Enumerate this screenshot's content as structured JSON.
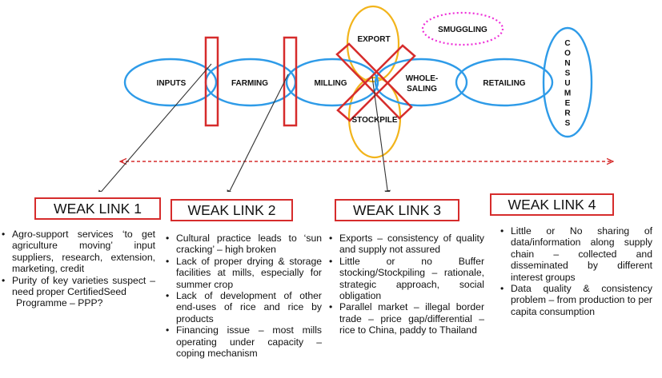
{
  "chain": {
    "inputs": "INPUTS",
    "farming": "FARMING",
    "milling": "MILLING",
    "wholesaling_line1": "WHOLE-",
    "wholesaling_line2": "SALING",
    "retailing": "RETAILING",
    "consumers": [
      "C",
      "O",
      "N",
      "S",
      "U",
      "M",
      "E",
      "R",
      "S"
    ],
    "export": "EXPORT",
    "stockpile": "STOCKPILE",
    "smuggling": "SMUGGLING"
  },
  "colors": {
    "node": "#2e9be8",
    "alt_route": "#f2b41b",
    "weak": "#d62c2c",
    "smuggling": "#ee2fd8",
    "arrow": "#333333"
  },
  "weak_links": [
    {
      "title": "WEAK LINK 1",
      "items": [
        "Agro-support services ‘to get agriculture moving’ input suppliers, research, extension, marketing, credit",
        "Purity of key varieties suspect – need proper CertifiedSeed",
        "Programme – PPP?"
      ]
    },
    {
      "title": "WEAK LINK 2",
      "items": [
        "Cultural practice leads to ‘sun cracking’ – high broken",
        "Lack of proper drying & storage facilities at mills, especially for summer crop",
        "Lack of development of other end-uses of rice and rice by products",
        "Financing issue – most mills operating under capacity – coping mechanism"
      ]
    },
    {
      "title": "WEAK LINK 3",
      "items": [
        "Exports – consistency of quality and supply not assured",
        "Little or no Buffer stocking/Stockpiling – rationale, strategic approach, social obligation",
        "Parallel market – illegal border trade – price gap/differential – rice to China, paddy to Thailand"
      ]
    },
    {
      "title": "WEAK LINK 4",
      "items": [
        "Little or No sharing of data/information along supply chain – collected and disseminated by different interest groups",
        "Data quality & consistency problem – from production to per capita consumption"
      ]
    }
  ]
}
